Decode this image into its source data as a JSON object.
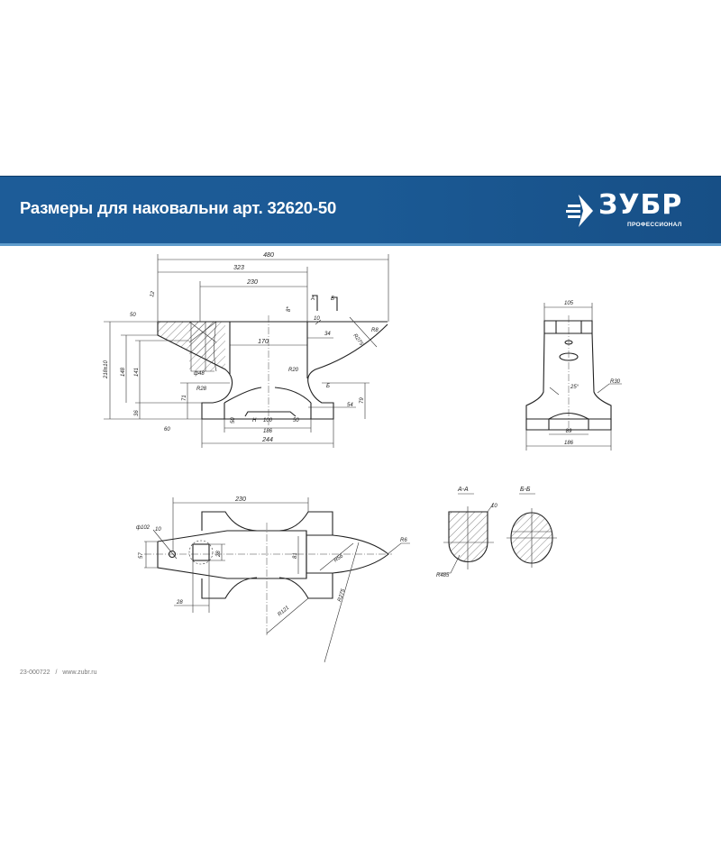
{
  "header": {
    "title": "Размеры для наковальни арт. 32620-50"
  },
  "logo": {
    "brand": "ЗУБР",
    "subtitle": "ПРОФЕССИОНАЛ",
    "icon": "zubr-arrow-logo-icon"
  },
  "footer": {
    "article": "23-000722",
    "separator": "/",
    "url": "www.zubr.ru"
  },
  "front_view": {
    "dim_480": "480",
    "dim_323": "323",
    "dim_230": "230",
    "dim_170": "170",
    "dim_8": "8*",
    "dim_10": "10",
    "dim_34": "34",
    "r_275": "R275",
    "r_8": "R8",
    "r_20": "R20",
    "r_28": "R28",
    "dia_48": "ф48",
    "dim_218": "218±10",
    "dim_148": "148",
    "dim_141": "141",
    "dim_36": "36",
    "dim_71": "71",
    "dim_54": "54",
    "dim_79": "79",
    "dim_186": "186",
    "dim_100": "100",
    "dim_244": "244",
    "h_label": "H",
    "dim_50": "50",
    "finish_50": "50",
    "finish_60": "60",
    "finish_12": "12",
    "section_a": "А",
    "section_b": "Б"
  },
  "end_view": {
    "dim_105": "105",
    "angle": "25°",
    "r_30": "R30",
    "dim_89": "89",
    "dim_186": "186"
  },
  "top_view": {
    "dim_230": "230",
    "dia_102": "ф102",
    "dim_10": "10",
    "dim_57": "57",
    "dim_28a": "28",
    "dim_28b": "28",
    "dim_81": "81",
    "r_56": "R56",
    "r_6": "R6",
    "r_275": "R275",
    "r_121": "R121"
  },
  "sections": {
    "aa_title": "А-А",
    "bb_title": "Б-Б",
    "aa_dim": "10",
    "aa_radius": "R485"
  }
}
